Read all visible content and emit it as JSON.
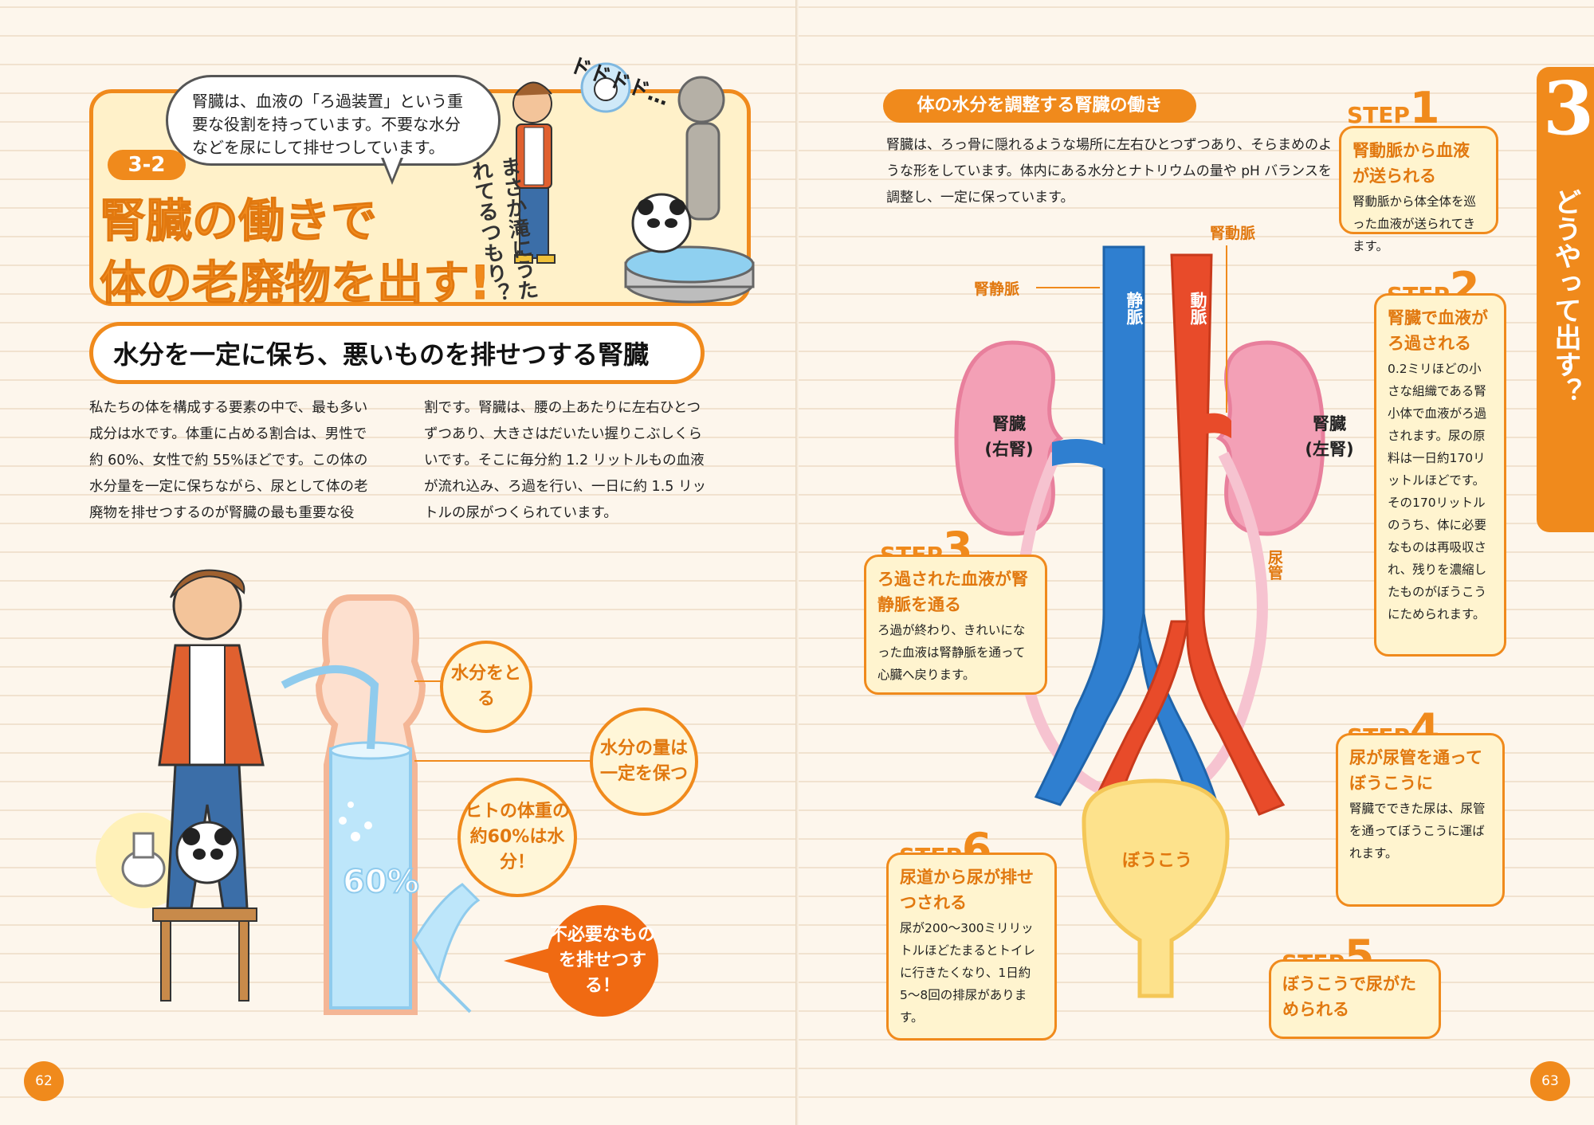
{
  "left_page": {
    "speech_bubble": "腎臓は、血液の「ろ過装置」という重要な役割を持っています。不要な水分などを尿にして排せつしています。",
    "section_number": "3-2",
    "title_line1": "腎臓の働きで",
    "title_line2": "体の老廃物を出す!",
    "character_quote": "まさか滝にうたれてるつもり？",
    "sound_effect": "ドドドド…",
    "subtitle": "水分を一定に保ち、悪いものを排せつする腎臓",
    "body_col1": "私たちの体を構成する要素の中で、最も多い成分は水です。体重に占める割合は、男性で約 60%、女性で約 55%ほどです。この体の水分量を一定に保ちながら、尿として体の老廃物を排せつするのが腎臓の最も重要な役",
    "body_col2": "割です。腎臓は、腰の上あたりに左右ひとつずつあり、大きさはだいたい握りこぶしくらいです。そこに毎分約 1.2 リットルもの血液が流れ込み、ろ過を行い、一日に約 1.5 リットルの尿がつくられています。",
    "illustration": {
      "bubble_take": "水分をとる",
      "bubble_keep": "水分の量は一定を保つ",
      "bubble_weight": "ヒトの体重の約60%は水分！",
      "bubble_excrete": "不必要なものを排せつする！",
      "body_percent": "60%"
    },
    "page_number": "62"
  },
  "right_page": {
    "heading": "体の水分を調整する腎臓の働き",
    "intro": "腎臓は、ろっ骨に隠れるような場所に左右ひとつずつあり、そらまめのような形をしています。体内にある水分とナトリウムの量や pH バランスを調整し、一定に保っています。",
    "chapter_number": "3",
    "chapter_title": "どうやって出す？",
    "diagram": {
      "renal_artery": "腎動脈",
      "renal_vein": "腎静脈",
      "vein": "静脈",
      "artery": "動脈",
      "right_kidney": "腎臓",
      "right_kidney_sub": "(右腎)",
      "left_kidney": "腎臓",
      "left_kidney_sub": "(左腎)",
      "ureter": "尿管",
      "bladder": "ぼうこう"
    },
    "steps": [
      {
        "label": "STEP",
        "num": "1",
        "head": "腎動脈から血液が送られる",
        "body": "腎動脈から体全体を巡った血液が送られてきます。"
      },
      {
        "label": "STEP",
        "num": "2",
        "head": "腎臓で血液がろ過される",
        "body": "0.2ミリほどの小さな組織である腎小体で血液がろ過されます。尿の原料は一日約170リットルほどです。その170リットルのうち、体に必要なものは再吸収され、残りを濃縮したものがぼうこうにためられます。"
      },
      {
        "label": "STEP",
        "num": "3",
        "head": "ろ過された血液が腎静脈を通る",
        "body": "ろ過が終わり、きれいになった血液は腎静脈を通って心臓へ戻ります。"
      },
      {
        "label": "STEP",
        "num": "4",
        "head": "尿が尿管を通ってぼうこうに",
        "body": "腎臓でできた尿は、尿管を通ってぼうこうに運ばれます。"
      },
      {
        "label": "STEP",
        "num": "5",
        "head": "ぼうこうで尿がためられる",
        "body": ""
      },
      {
        "label": "STEP",
        "num": "6",
        "head": "尿道から尿が排せつされる",
        "body": "尿が200〜300ミリリットルほどたまるとトイレに行きたくなり、1日約5〜8回の排尿があります。"
      }
    ],
    "page_number": "63"
  },
  "colors": {
    "accent": "#f08a1c",
    "artery": "#e84b2a",
    "vein": "#2f7fd0",
    "kidney": "#f3a0b6",
    "bladder": "#fde28c"
  }
}
